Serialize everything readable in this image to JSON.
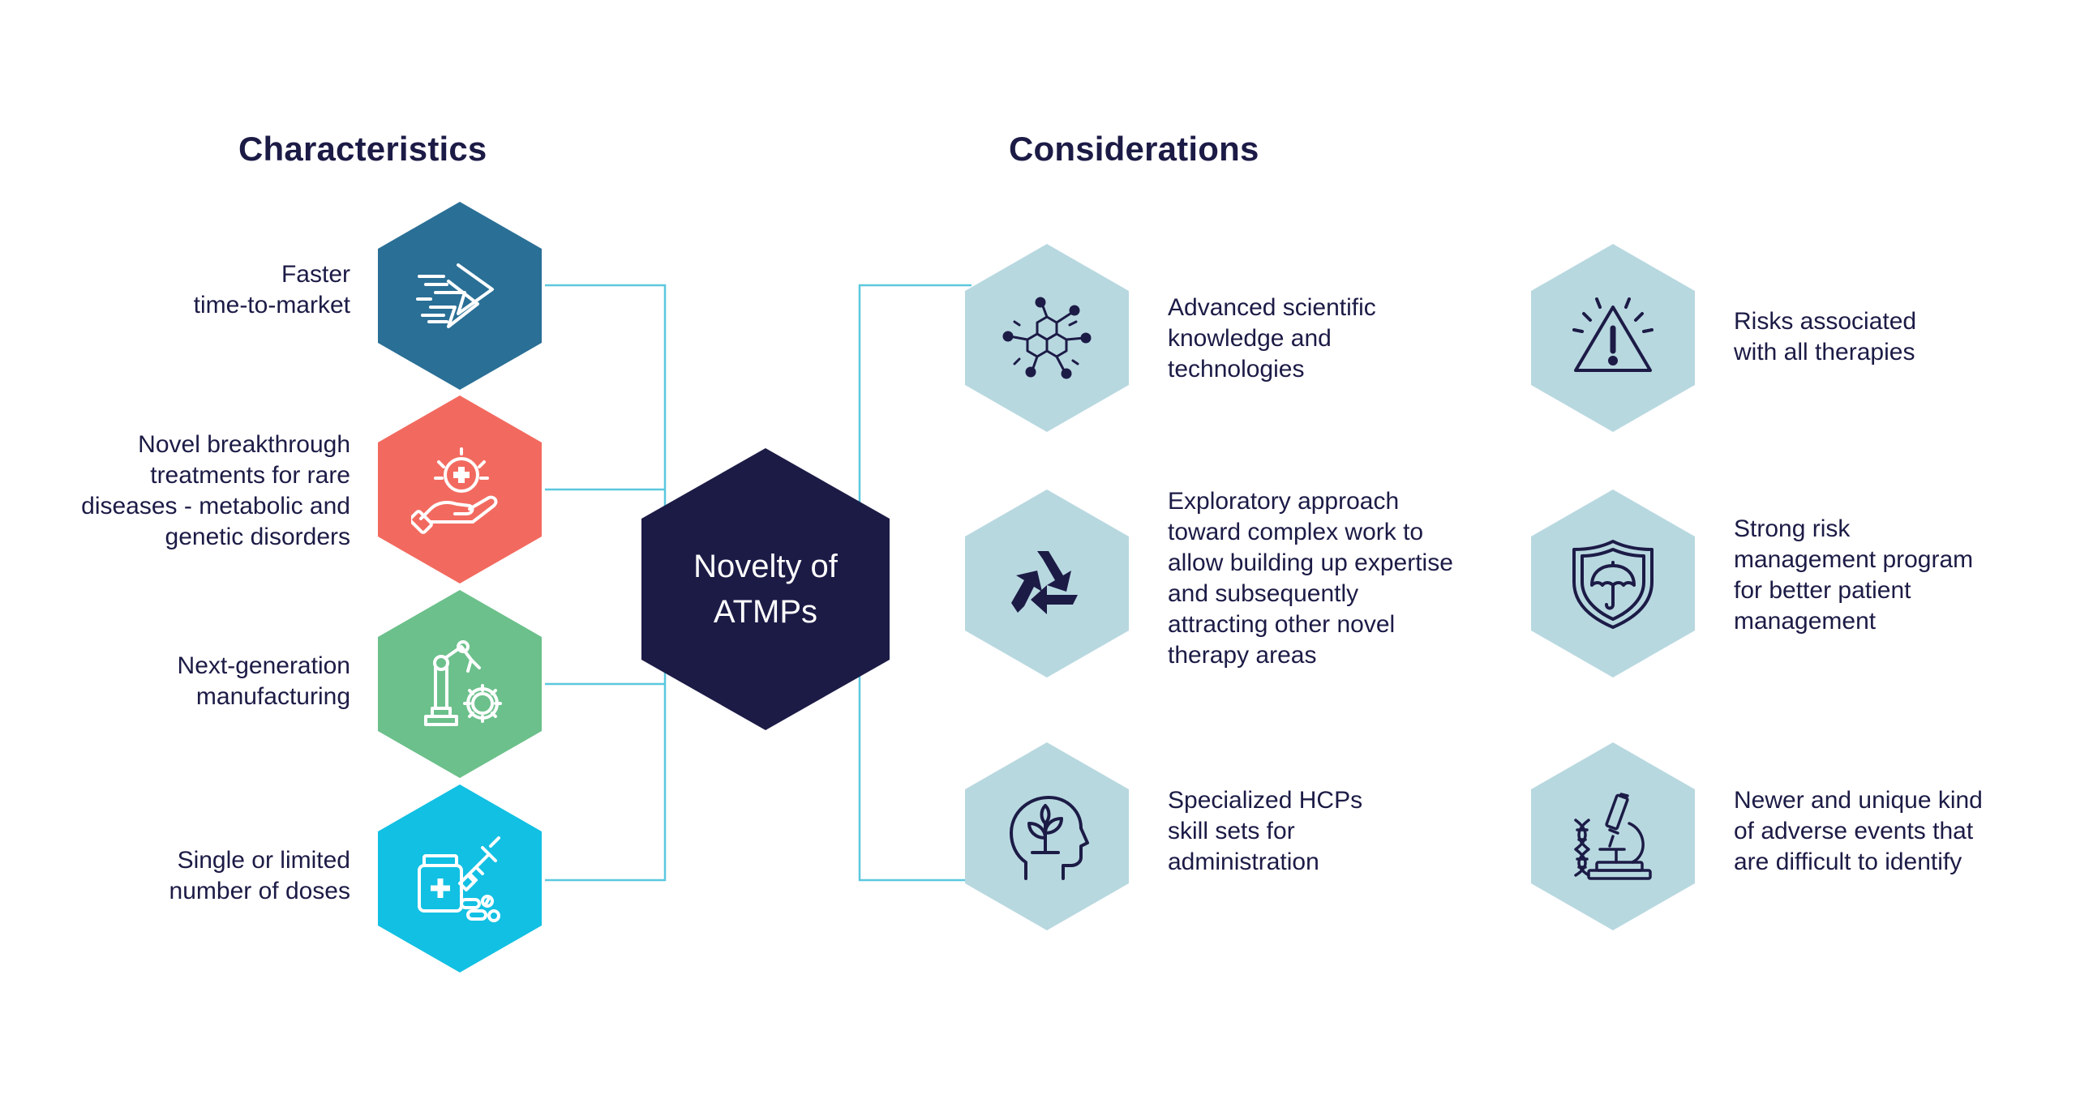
{
  "headings": {
    "left": "Characteristics",
    "right": "Considerations"
  },
  "center": {
    "title": "Novelty of\nATMPs"
  },
  "characteristics": [
    {
      "label": "Faster\ntime-to-market",
      "icon": "fast-arrows-icon",
      "color": "#2a6f96"
    },
    {
      "label": "Novel breakthrough\ntreatments for rare\ndiseases - metabolic and\ngenetic disorders",
      "icon": "hand-medical-cross-icon",
      "color": "#f26a5f"
    },
    {
      "label": "Next-generation\nmanufacturing",
      "icon": "robot-arm-gear-icon",
      "color": "#6cc08b"
    },
    {
      "label": "Single or limited\nnumber of doses",
      "icon": "medicine-syringe-icon",
      "color": "#12c0e3"
    }
  ],
  "considerations": [
    {
      "label": "Advanced scientific\nknowledge and\ntechnologies",
      "icon": "molecule-icon"
    },
    {
      "label": "Risks associated\nwith all therapies",
      "icon": "warning-triangle-icon"
    },
    {
      "label": "Exploratory approach\ntoward complex work to\nallow building up expertise\nand subsequently\nattracting other novel\ntherapy areas",
      "icon": "recycle-icon"
    },
    {
      "label": "Strong risk\nmanagement program\nfor better patient\nmanagement",
      "icon": "shield-umbrella-icon"
    },
    {
      "label": "Specialized HCPs\nskill sets for\nadministration",
      "icon": "head-plant-icon"
    },
    {
      "label": "Newer and unique kind\nof adverse events that\nare difficult to identify",
      "icon": "microscope-dna-icon"
    }
  ],
  "colors": {
    "navy": "#1c1b46",
    "considerationHex": "#b8d8e0",
    "connector": "#5bc8de"
  }
}
